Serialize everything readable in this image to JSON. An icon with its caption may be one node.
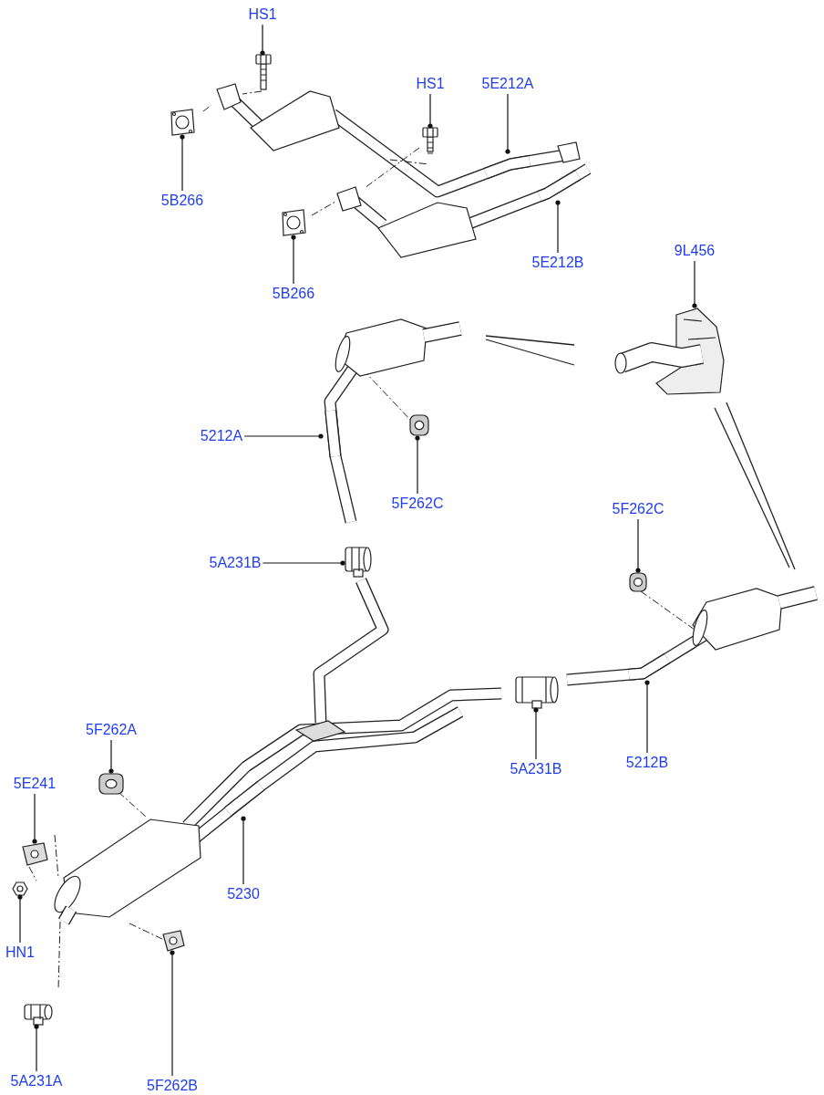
{
  "diagram": {
    "nodes": [
      {
        "text": [
          "HS1"
        ]
      },
      {
        "text": [
          "5B266"
        ]
      },
      {
        "text": [
          "HS1"
        ]
      },
      {
        "text": [
          "5E212A"
        ]
      },
      {
        "text": [
          "5B266"
        ]
      },
      {
        "text": [
          "5E212B"
        ]
      },
      {
        "text": [
          "9L456"
        ]
      },
      {
        "text": [
          "5212A"
        ]
      },
      {
        "text": [
          "5F262C"
        ]
      },
      {
        "text": [
          "5A231B"
        ]
      },
      {
        "text": [
          "5F262C"
        ]
      },
      {
        "text": [
          "5F262A"
        ]
      },
      {
        "text": [
          "5A231B"
        ]
      },
      {
        "text": [
          "5212B"
        ]
      },
      {
        "text": [
          "5E241"
        ]
      },
      {
        "text": [
          "5230"
        ]
      },
      {
        "text": [
          "HN1"
        ]
      },
      {
        "text": [
          "5F262B"
        ]
      },
      {
        "text": [
          "5A231A"
        ]
      },
      {
        "text": [],
        "shape": "picture"
      },
      {
        "text": [],
        "shape": "picture"
      },
      {
        "text": [],
        "shape": "picture"
      },
      {
        "text": [],
        "shape": "picture"
      },
      {
        "text": [],
        "shape": "picture"
      },
      {
        "text": [],
        "shape": "picture"
      },
      {
        "text": [],
        "shape": "picture"
      },
      {
        "text": [],
        "shape": "picture"
      },
      {
        "text": [],
        "shape": "picture"
      },
      {
        "text": [],
        "shape": "picture"
      },
      {
        "text": [],
        "shape": "picture"
      },
      {
        "text": [],
        "shape": "picture"
      },
      {
        "text": [],
        "shape": "picture"
      },
      {
        "text": [],
        "shape": "picture"
      },
      {
        "text": [],
        "shape": "picture"
      },
      {
        "text": [],
        "shape": "picture"
      },
      {
        "text": [],
        "shape": "picture"
      },
      {
        "text": [],
        "shape": "picture"
      },
      {
        "text": [],
        "shape": "picture"
      }
    ],
    "edges": [
      {
        "from": 0,
        "to": 19,
        "arrow": "other"
      },
      {
        "from": 1,
        "to": 20,
        "arrow": "other"
      },
      {
        "from": 2,
        "to": 21,
        "arrow": "other"
      },
      {
        "from": 3,
        "to": 22,
        "arrow": "other"
      },
      {
        "from": 4,
        "to": 23,
        "arrow": "other"
      },
      {
        "from": 5,
        "to": 24,
        "arrow": "other"
      },
      {
        "from": 6,
        "to": 25,
        "arrow": "other"
      },
      {
        "from": 7,
        "to": 26,
        "arrow": "other"
      },
      {
        "from": 8,
        "to": 27,
        "arrow": "other"
      },
      {
        "from": 9,
        "to": 28,
        "arrow": "other"
      },
      {
        "from": 10,
        "to": 29,
        "arrow": "other"
      },
      {
        "from": 11,
        "to": 30,
        "arrow": "other"
      },
      {
        "from": 12,
        "to": 31,
        "arrow": "other"
      },
      {
        "from": 13,
        "to": 32,
        "arrow": "other"
      },
      {
        "from": 14,
        "to": 33,
        "arrow": "other"
      },
      {
        "from": 15,
        "to": 34,
        "arrow": "other"
      },
      {
        "from": 16,
        "to": 35,
        "arrow": "other"
      },
      {
        "from": 17,
        "to": 36,
        "arrow": "other"
      },
      {
        "from": 18,
        "to": 37,
        "arrow": "other"
      }
    ]
  }
}
